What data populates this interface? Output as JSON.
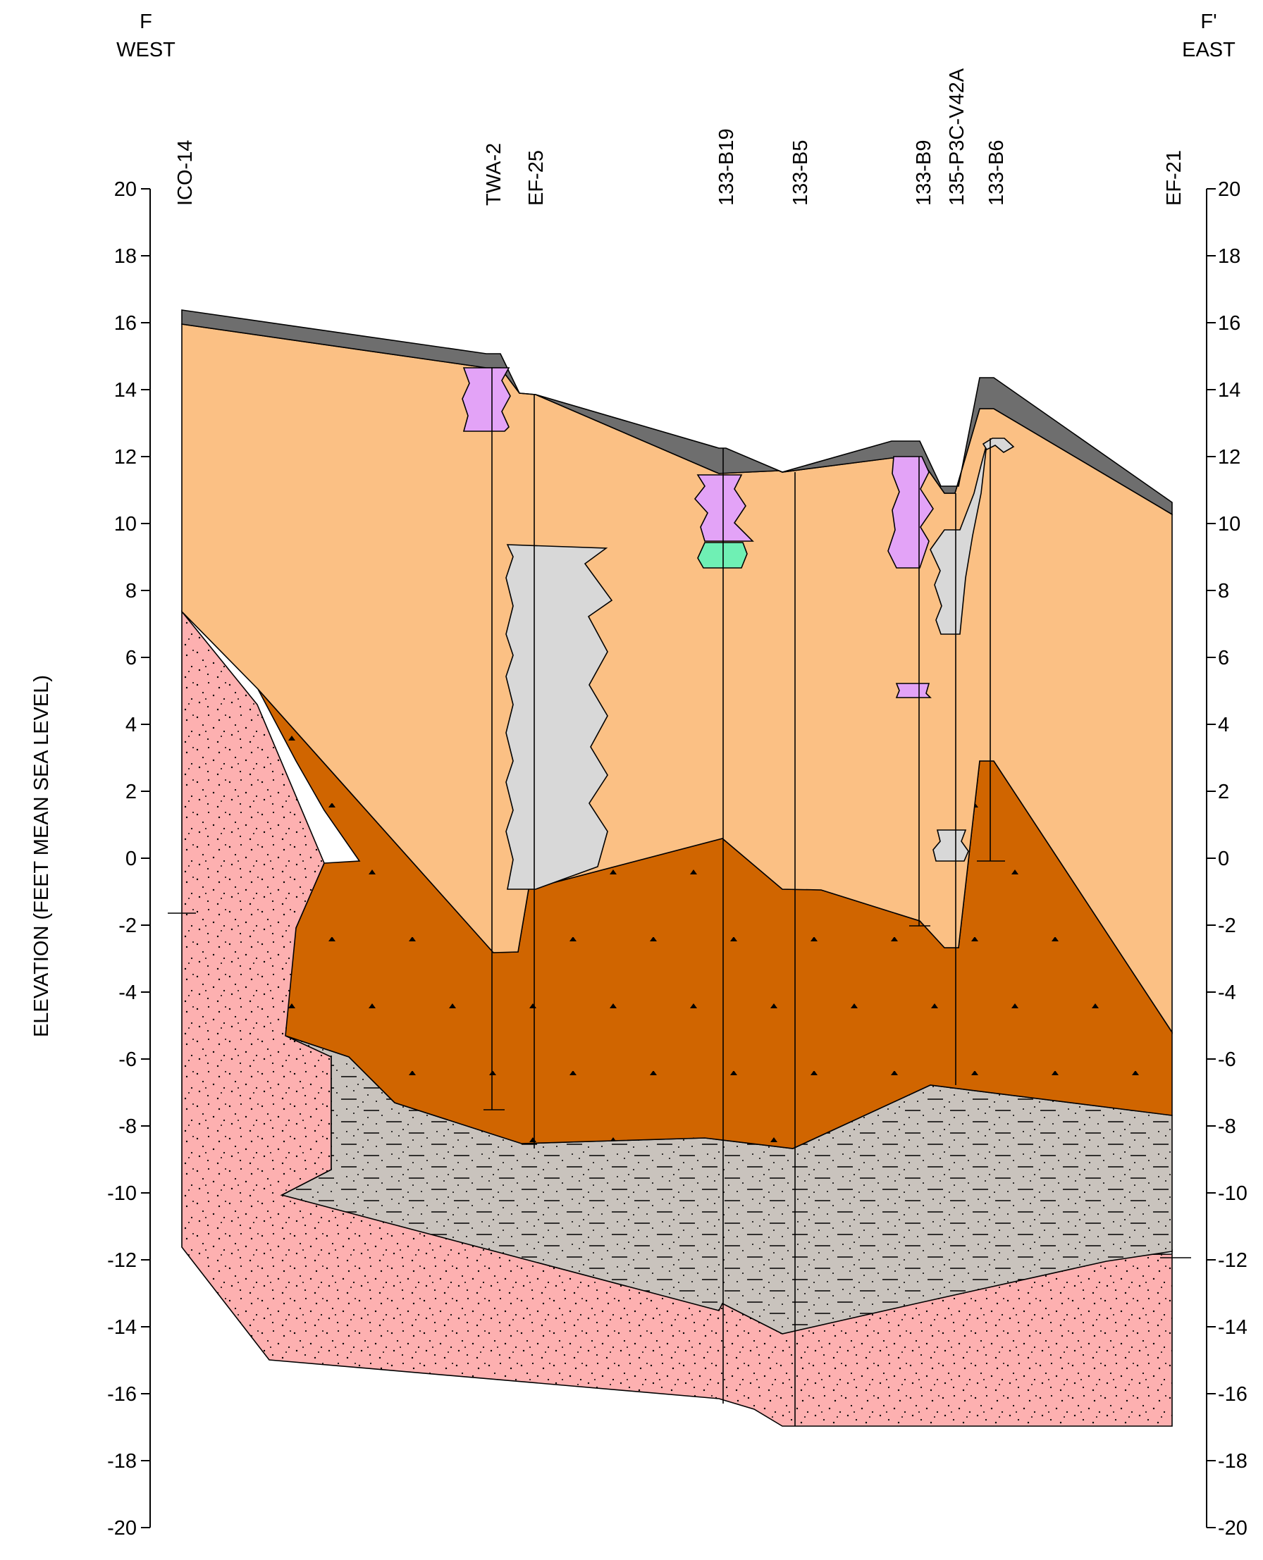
{
  "header": {
    "west_letter": "F",
    "west_label": "WEST",
    "east_letter": "F'",
    "east_label": "EAST"
  },
  "y_axis_title": "ELEVATION (FEET MEAN SEA LEVEL)",
  "y_ticks": [
    "20",
    "18",
    "16",
    "14",
    "12",
    "10",
    "8",
    "6",
    "4",
    "2",
    "0",
    "-2",
    "-4",
    "-6",
    "-8",
    "-10",
    "-12",
    "-14",
    "-16",
    "-18",
    "-20"
  ],
  "y_range_ft_msl": [
    -20,
    20
  ],
  "borings": [
    {
      "name": "ICO-14"
    },
    {
      "name": "TWA-2"
    },
    {
      "name": "EF-25"
    },
    {
      "name": "133-B19"
    },
    {
      "name": "133-B5"
    },
    {
      "name": "133-B9"
    },
    {
      "name": "135-P3C-V42A"
    },
    {
      "name": "133-B6"
    },
    {
      "name": "EF-21"
    }
  ],
  "layer_colors": {
    "surface_pavement": "#6e6e6e",
    "fill_material": "#fbc084",
    "purple_lens": "#e3a3f7",
    "green_lens": "#6ff0b4",
    "gray_lens": "#d8d8d8",
    "brown_clay": "#d06500",
    "gray_silt_clay": "#c9c3bd",
    "pink_sand": "#fdb0b0"
  }
}
